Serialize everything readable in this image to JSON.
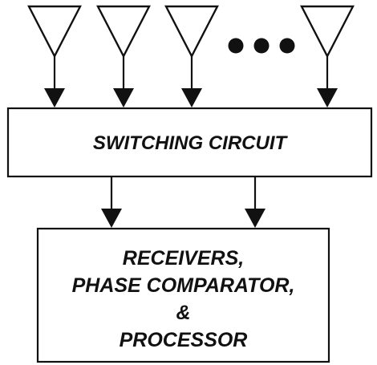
{
  "switching_circuit": {
    "label": "SWITCHING CIRCUIT"
  },
  "processor_block": {
    "lines": [
      "RECEIVERS,",
      "PHASE COMPARATOR,",
      "&",
      "PROCESSOR"
    ]
  },
  "antennas": [
    {
      "id": "antenna-1"
    },
    {
      "id": "antenna-2"
    },
    {
      "id": "antenna-3"
    },
    {
      "id": "antenna-4"
    }
  ],
  "ellipsis_dots": 3,
  "interconnects": 2
}
